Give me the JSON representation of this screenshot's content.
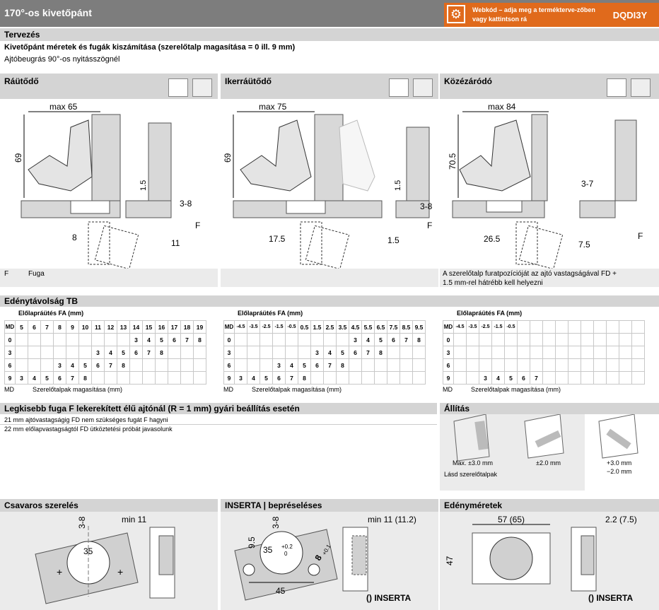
{
  "header": {
    "title": "170°-os kivetőpánt",
    "web_text": "Webkód – adja meg a termékterve-zőben vagy kattintson rá",
    "code": "DQDI3Y"
  },
  "design": {
    "section": "Tervezés",
    "subtitle": "Kivetőpánt méretek és fugák kiszámítása (szerelőtalp magasítása = 0 ill. 9 mm)",
    "note": "Ajtóbeugrás 90°-os nyitásszögnél"
  },
  "panels": [
    {
      "title": "Ráütődő",
      "max": "max 65",
      "h": "69",
      "d1": "1.5",
      "d2": "3-8",
      "d3": "8",
      "d4": "11",
      "f": "F"
    },
    {
      "title": "Ikerráütődő",
      "max": "max 75",
      "h": "69",
      "d1": "1.5",
      "d2": "3-8",
      "d3": "17.5",
      "d4": "1.5",
      "f": "F"
    },
    {
      "title": "Közézáródó",
      "max": "max 84",
      "h": "70.5",
      "d1": "3-7",
      "d3": "26.5",
      "d4": "7.5",
      "f": "F"
    }
  ],
  "captions": {
    "fuga_key": "F",
    "fuga_label": "Fuga",
    "inset_note_1": "A szerelőtalp furatpozícióját az ajtó vastagságával FD +",
    "inset_note_2": "1.5 mm-rel hátrébb kell helyezni"
  },
  "tb": {
    "section": "Edénytávolság TB",
    "fa_label": "Előlapráütés FA (mm)",
    "md": "MD",
    "md_legend_key": "MD",
    "md_legend": "Szerelőtalpak magasítása (mm)",
    "rows_md": [
      "0",
      "3",
      "6",
      "9"
    ],
    "t1_cols": [
      "5",
      "6",
      "7",
      "8",
      "9",
      "10",
      "11",
      "12",
      "13",
      "14",
      "15",
      "16",
      "17",
      "18",
      "19"
    ],
    "t1_rows": [
      [
        "",
        "",
        "",
        "",
        "",
        "",
        "",
        "",
        "",
        "3",
        "4",
        "5",
        "6",
        "7",
        "8"
      ],
      [
        "",
        "",
        "",
        "",
        "",
        "",
        "3",
        "4",
        "5",
        "6",
        "7",
        "8",
        "",
        "",
        ""
      ],
      [
        "",
        "",
        "",
        "3",
        "4",
        "5",
        "6",
        "7",
        "8",
        "",
        "",
        "",
        "",
        "",
        ""
      ],
      [
        "3",
        "4",
        "5",
        "6",
        "7",
        "8",
        "",
        "",
        "",
        "",
        "",
        "",
        "",
        "",
        ""
      ]
    ],
    "t2_cols": [
      "-4.5",
      "-3.5",
      "-2.5",
      "-1.5",
      "-0.5",
      "0.5",
      "1.5",
      "2.5",
      "3.5",
      "4.5",
      "5.5",
      "6.5",
      "7.5",
      "8.5",
      "9.5"
    ],
    "t2_rows": [
      [
        "",
        "",
        "",
        "",
        "",
        "",
        "",
        "",
        "",
        "3",
        "4",
        "5",
        "6",
        "7",
        "8"
      ],
      [
        "",
        "",
        "",
        "",
        "",
        "",
        "3",
        "4",
        "5",
        "6",
        "7",
        "8",
        "",
        "",
        ""
      ],
      [
        "",
        "",
        "",
        "3",
        "4",
        "5",
        "6",
        "7",
        "8",
        "",
        "",
        "",
        "",
        "",
        ""
      ],
      [
        "3",
        "4",
        "5",
        "6",
        "7",
        "8",
        "",
        "",
        "",
        "",
        "",
        "",
        "",
        "",
        ""
      ]
    ],
    "t3_cols": [
      "-4.5",
      "-3.5",
      "-2.5",
      "-1.5",
      "-0.5",
      "",
      "",
      "",
      "",
      "",
      "",
      "",
      "",
      "",
      ""
    ],
    "t3_rows": [
      [
        "",
        "",
        "",
        "",
        "",
        "",
        "",
        "",
        "",
        "",
        "",
        "",
        "",
        "",
        ""
      ],
      [
        "",
        "",
        "",
        "",
        "",
        "",
        "",
        "",
        "",
        "",
        "",
        "",
        "",
        "",
        ""
      ],
      [
        "",
        "",
        "",
        "",
        "",
        "",
        "",
        "",
        "",
        "",
        "",
        "",
        "",
        "",
        ""
      ],
      [
        "",
        "",
        "3",
        "4",
        "5",
        "6",
        "7",
        "",
        "",
        "",
        "",
        "",
        "",
        "",
        ""
      ]
    ]
  },
  "gap": {
    "title": "Legkisebb fuga F lekerekített élű ajtónál (R = 1 mm) gyári beállítás esetén",
    "line1": "21 mm ajtóvastagságig FD nem szükséges fugát F hagyni",
    "line2": "22 mm előlapvastagságtól FD ütköztetési próbát javasolunk"
  },
  "adjust": {
    "title": "Állítás",
    "a1": "Max. ±3.0 mm",
    "a1b": "Lásd szerelőtalpak",
    "a2": "±2.0 mm",
    "a3": "+3.0 mm",
    "a3b": "−2.0 mm"
  },
  "mount": [
    {
      "title": "Csavaros szerelés",
      "d1": "3-8",
      "d2": "min 11",
      "d3": "35"
    },
    {
      "title": "INSERTA | bepréseléses",
      "d1": "3-8",
      "d2": "min 11 (11.2)",
      "d3": "35",
      "d4": "9.5",
      "d5": "45",
      "d6": "8",
      "tol1": "+0.2",
      "tol2": "0",
      "tol3": "+0.1",
      "brand": "() INSERTA"
    },
    {
      "title": "Edényméretek",
      "d1": "57 (65)",
      "d2": "2.2 (7.5)",
      "d3": "47",
      "brand": "() INSERTA"
    }
  ]
}
